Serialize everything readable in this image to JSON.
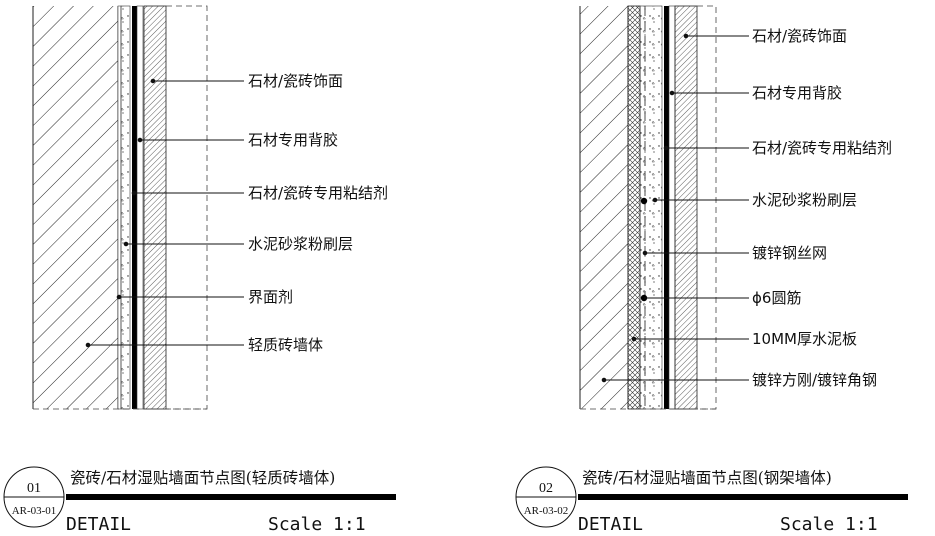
{
  "detail_1": {
    "labels": [
      "石材/瓷砖饰面",
      "石材专用背胶",
      "石材/瓷砖专用粘结剂",
      "水泥砂浆粉刷层",
      "界面剂",
      "轻质砖墙体"
    ],
    "title": "瓷砖/石材湿贴墙面节点图(轻质砖墙体)",
    "number": "01",
    "sheet": "AR-03-01",
    "detail_text": "DETAIL",
    "scale": "Scale 1:1"
  },
  "detail_2": {
    "labels": [
      "石材/瓷砖饰面",
      "石材专用背胶",
      "石材/瓷砖专用粘结剂",
      "水泥砂浆粉刷层",
      "镀锌钢丝网",
      "ϕ6圆筋",
      "10MM厚水泥板",
      "镀锌方刚/镀锌角钢"
    ],
    "title": "瓷砖/石材湿贴墙面节点图(钢架墙体)",
    "number": "02",
    "sheet": "AR-03-02",
    "detail_text": "DETAIL",
    "scale": "Scale 1:1"
  }
}
